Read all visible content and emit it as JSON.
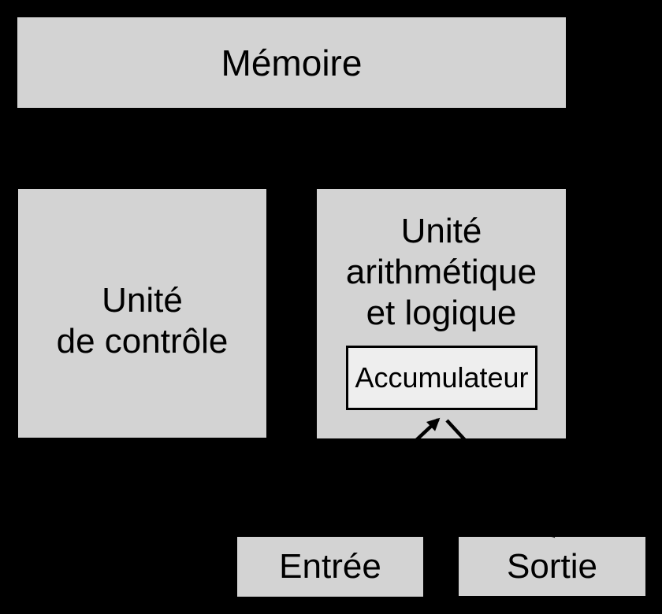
{
  "theme": {
    "background": "#000000",
    "box_fill": "#d3d3d3",
    "accumulator_fill": "#eeeeee",
    "line_color": "#000000",
    "text_color": "#000000"
  },
  "diagram": {
    "type": "architecture-block-diagram",
    "language": "fr",
    "nodes": {
      "memory": {
        "label": "Mémoire"
      },
      "control": {
        "line1": "Unité",
        "line2": "de contrôle"
      },
      "alu": {
        "line1": "Unité",
        "line2": "arithmétique",
        "line3": "et logique"
      },
      "accumulator": {
        "label": "Accumulateur"
      },
      "input": {
        "label": "Entrée"
      },
      "output": {
        "label": "Sortie"
      }
    },
    "edges": [
      {
        "name": "input-to-accumulator",
        "from": "Entrée",
        "to": "Accumulateur",
        "arrowhead": true
      },
      {
        "name": "accumulator-to-output",
        "from": "Accumulateur",
        "to": "Sortie",
        "arrowhead": true
      }
    ]
  }
}
